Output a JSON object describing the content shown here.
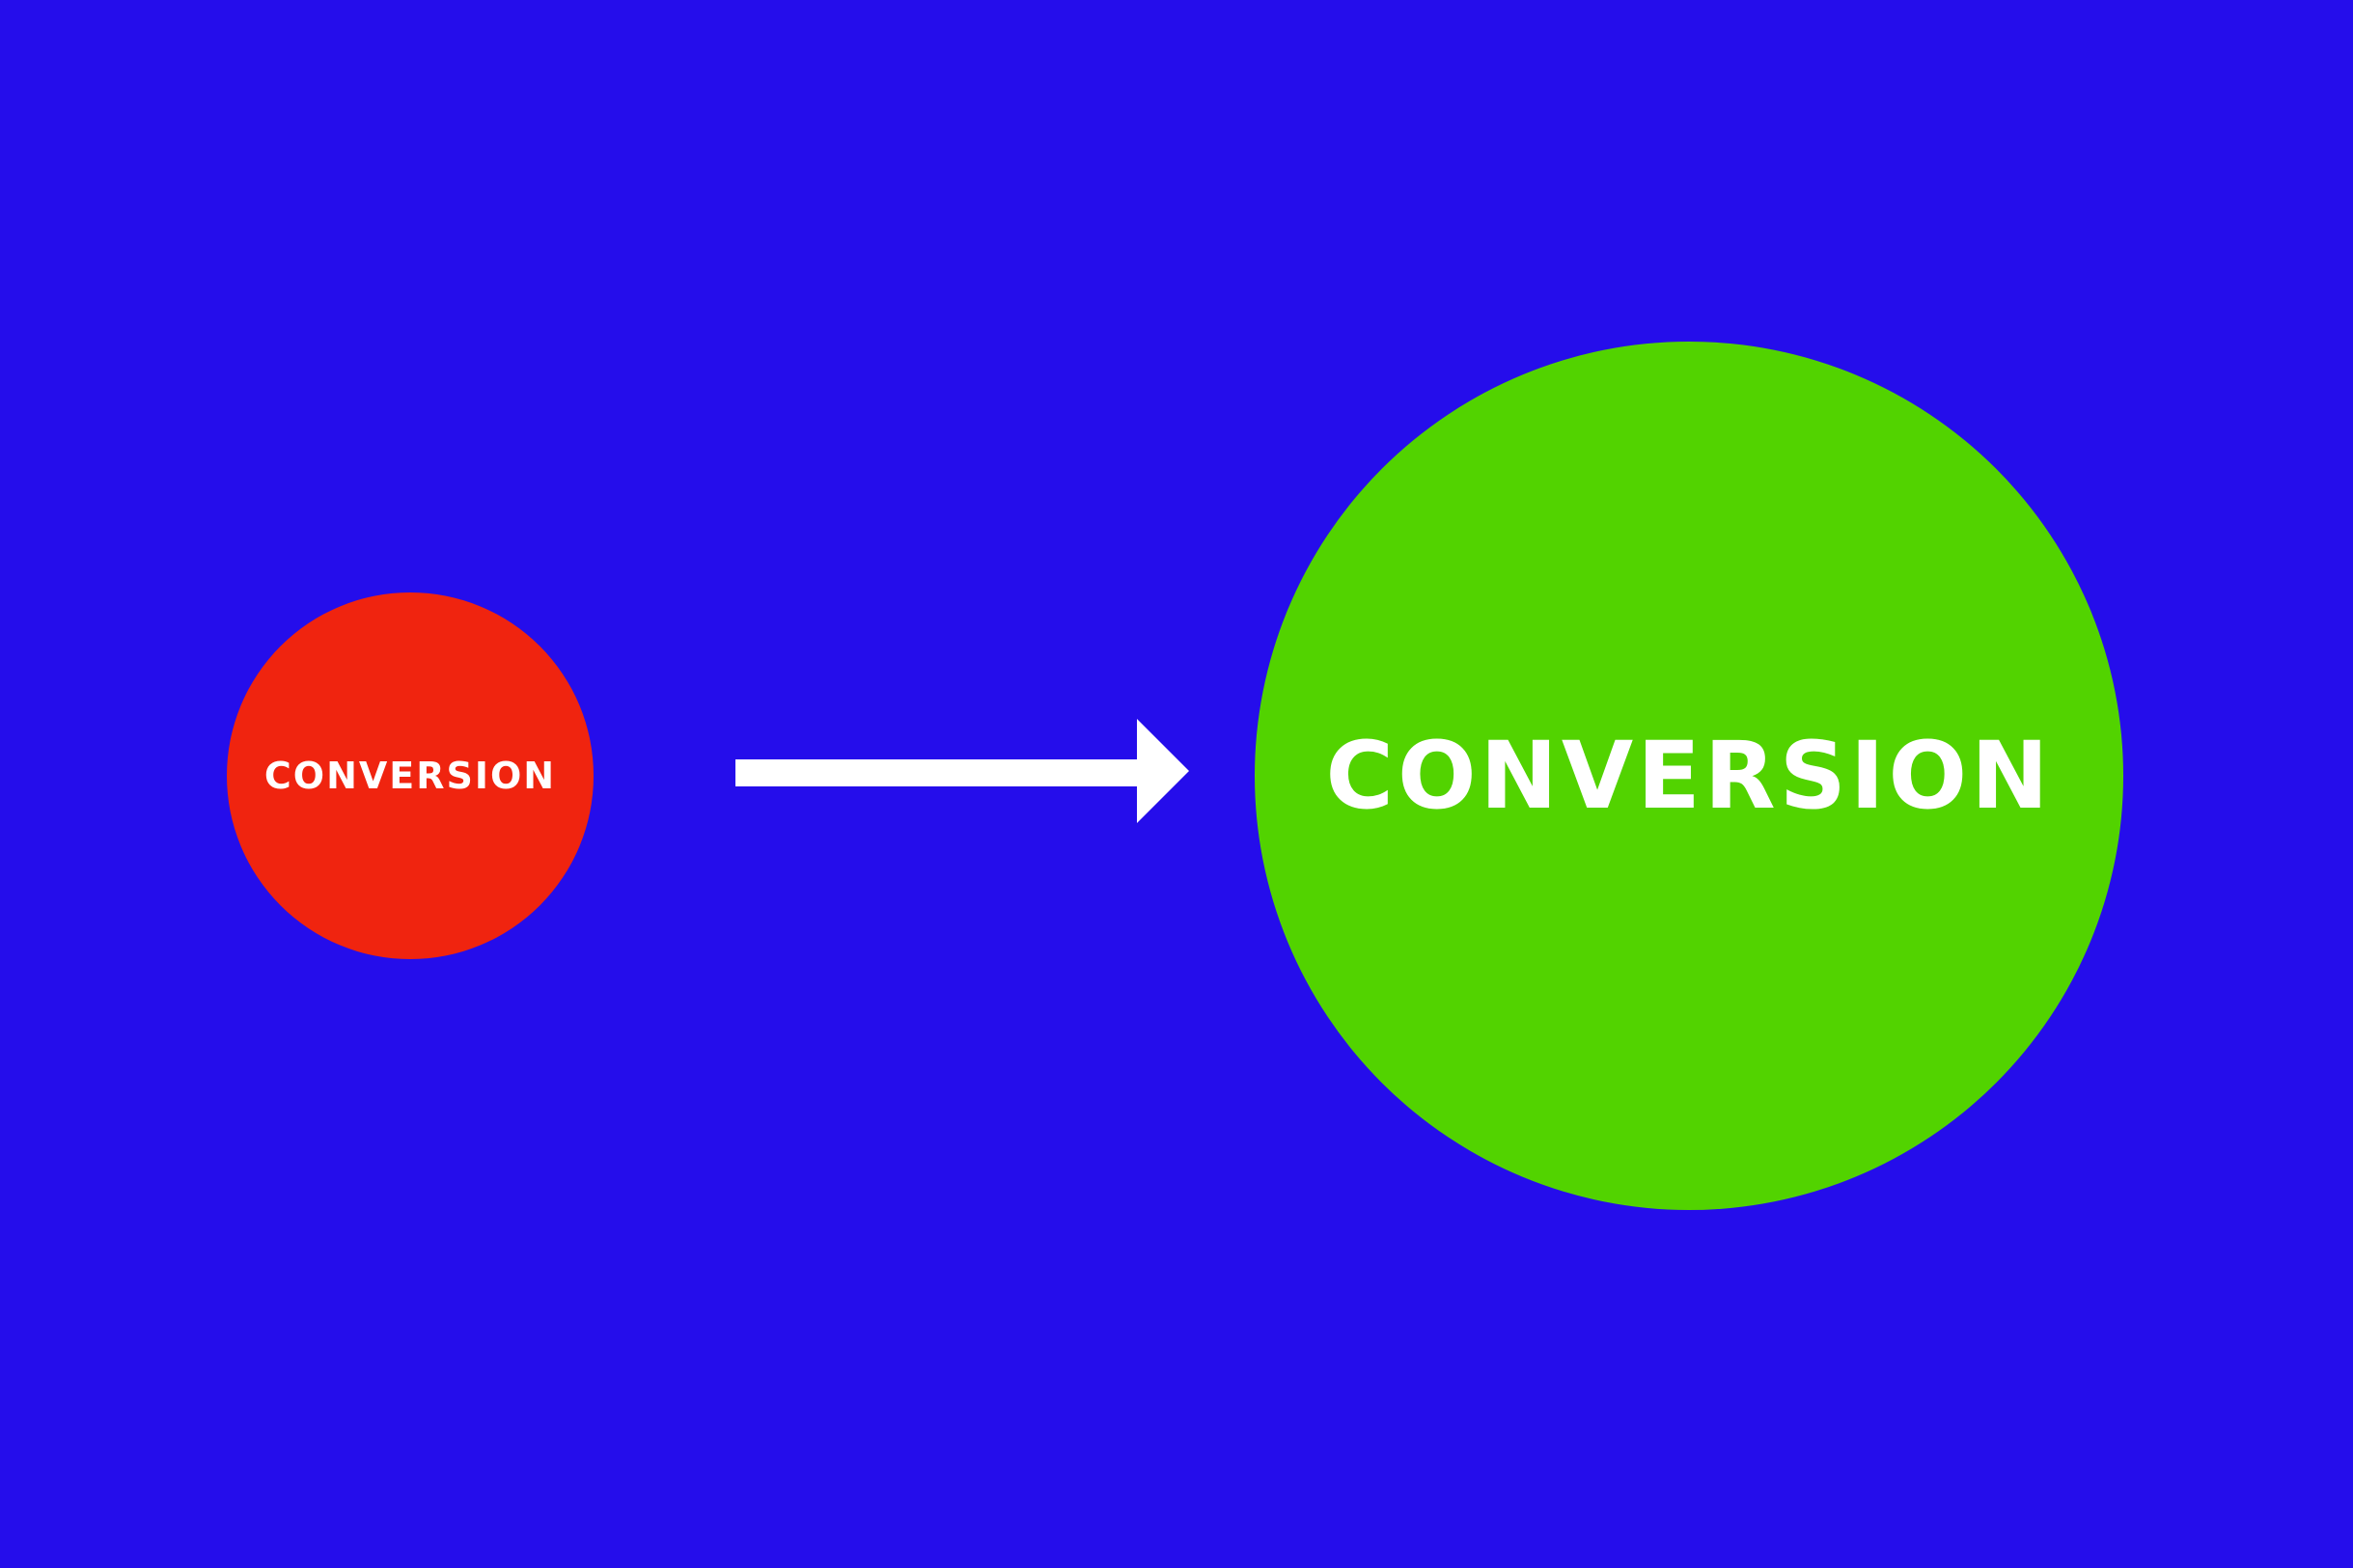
{
  "diagram": {
    "nodes": [
      {
        "label": "CONVERSION",
        "color": "#F0240F",
        "role": "small-circle"
      },
      {
        "label": "CONVERSION",
        "color": "#52D300",
        "role": "large-circle"
      }
    ],
    "arrow": {
      "from": 0,
      "to": 1,
      "color": "#FFFFFF",
      "icon": "right-arrow-icon"
    },
    "background": "#250DEB"
  }
}
